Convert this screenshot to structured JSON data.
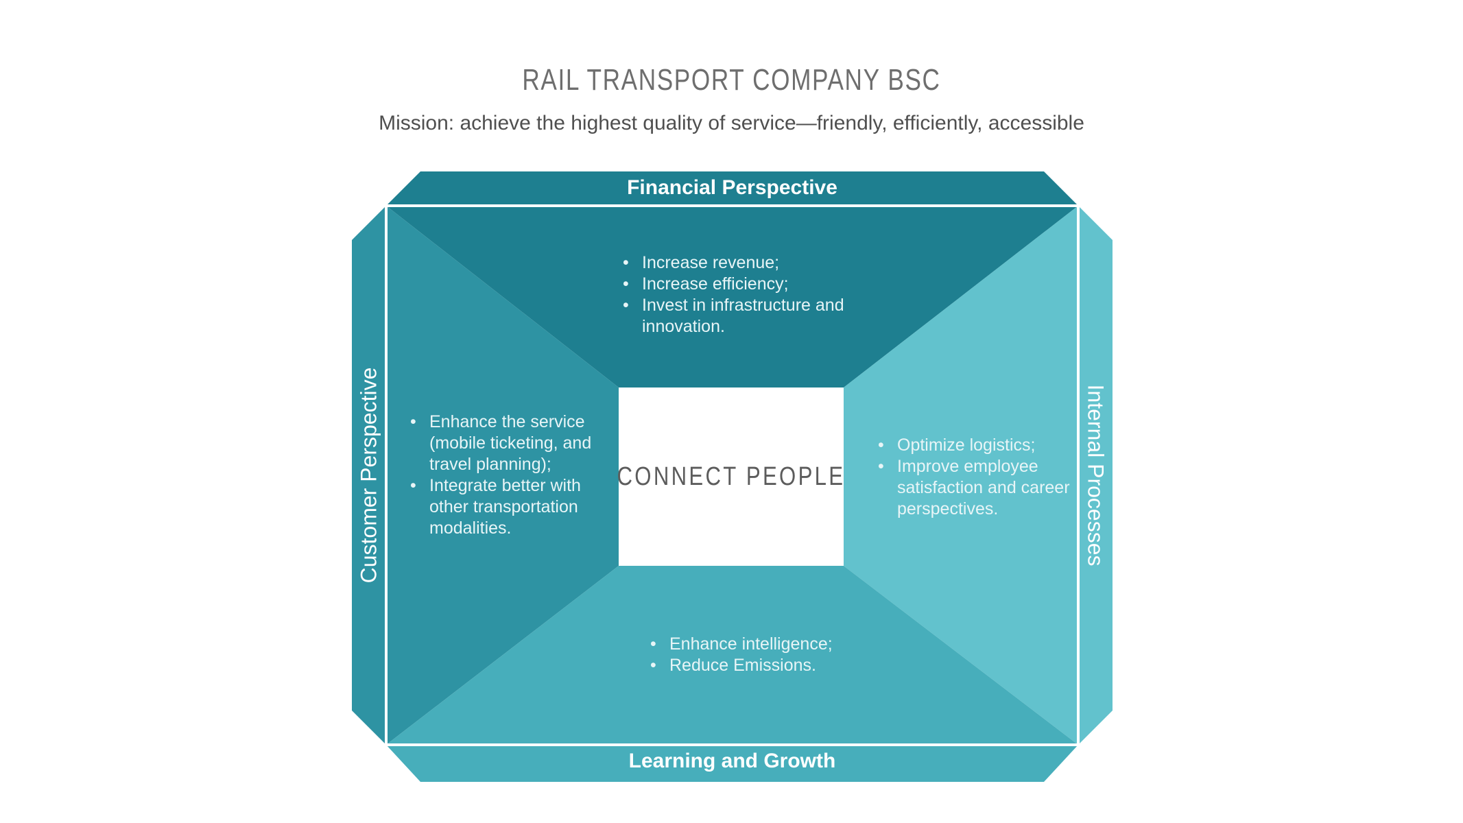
{
  "page": {
    "title": "RAIL TRANSPORT COMPANY BSC",
    "mission": "Mission: achieve the highest quality of service—friendly, efficiently, accessible"
  },
  "colors": {
    "financial": "#1E7F90",
    "customer": "#2E93A3",
    "internal": "#62C2CD",
    "learning": "#47AEBB",
    "divider": "#FFFFFF",
    "center_box": "#FFFFFF",
    "title_text": "#6E6E6E",
    "mission_text": "#4F4F4F",
    "center_text": "#5C5C5C",
    "bullet_text": "#E8F5F7"
  },
  "diagram": {
    "center": {
      "label": "CONNECT PEOPLE"
    },
    "financial": {
      "label": "Financial Perspective",
      "items": [
        "Increase revenue;",
        "Increase efficiency;",
        "Invest in infrastructure and innovation."
      ]
    },
    "customer": {
      "label": "Customer Perspective",
      "items": [
        "Enhance the service (mobile ticketing, and travel planning);",
        "Integrate better with other transportation modalities."
      ]
    },
    "internal": {
      "label": "Internal Processes",
      "items": [
        "Optimize logistics;",
        "Improve employee satisfaction and career perspectives."
      ]
    },
    "learning": {
      "label": "Learning and Growth",
      "items": [
        "Enhance intelligence;",
        "Reduce Emissions."
      ]
    }
  }
}
